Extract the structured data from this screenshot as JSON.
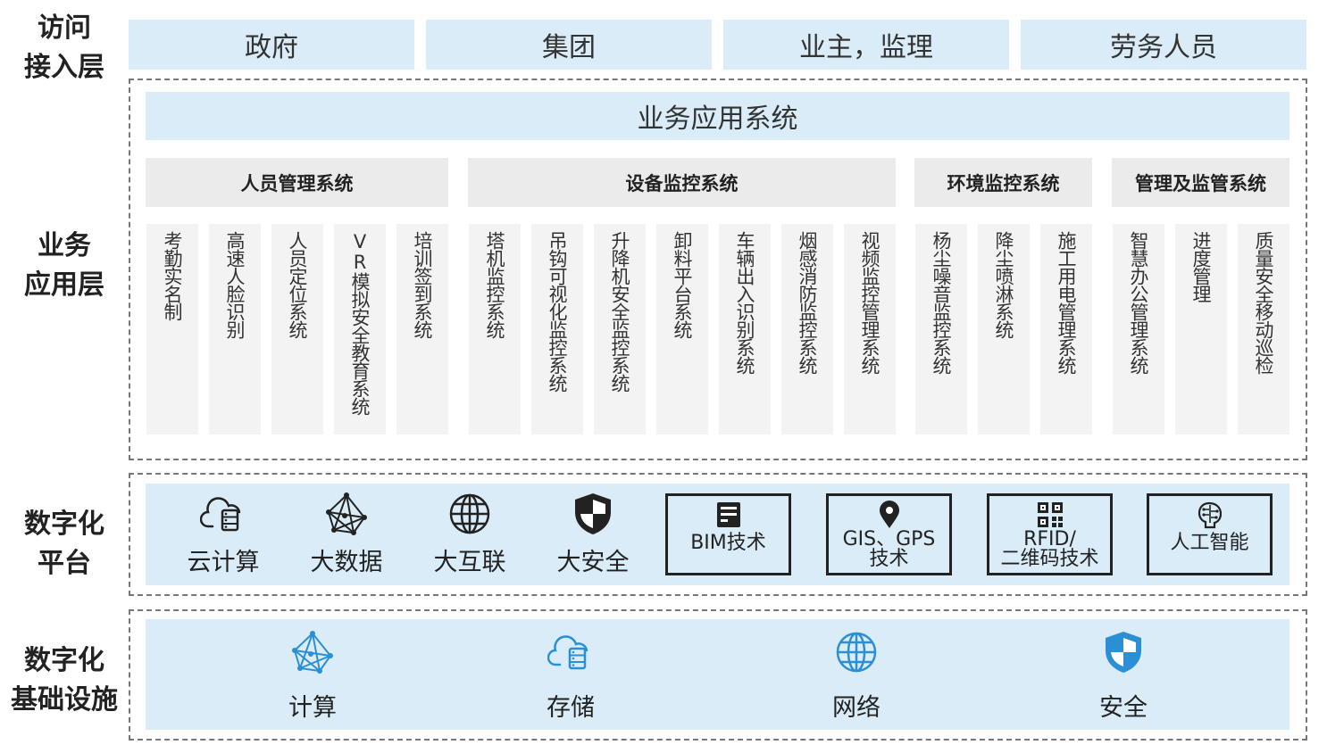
{
  "layers": {
    "access": [
      "访问",
      "接入层"
    ],
    "business": [
      "业务",
      "应用层"
    ],
    "platform": [
      "数字化",
      "平台"
    ],
    "infra": [
      "数字化",
      "基础设施"
    ]
  },
  "access_items": [
    "政府",
    "集团",
    "业主，监理",
    "劳务人员"
  ],
  "business": {
    "banner": "业务应用系统",
    "groups": [
      "人员管理系统",
      "设备监控系统",
      "环境监控系统",
      "管理及监管系统"
    ],
    "systems": [
      "考勤实名制",
      "高速人脸识别",
      "人员定位系统",
      "VR模拟安全教育系统",
      "培训签到系统",
      "塔机监控系统",
      "吊钩可视化监控系统",
      "升降机安全监控系统",
      "卸料平台系统",
      "车辆出入识别系统",
      "烟感消防监控系统",
      "视频监控管理系统",
      "杨尘噪音监控系统",
      "降尘喷淋系统",
      "施工用电管理系统",
      "智慧办公管理系统",
      "进度管理",
      "质量安全移动巡检"
    ]
  },
  "platform": {
    "items": [
      {
        "label": "云计算",
        "icon": "cloud-server-icon"
      },
      {
        "label": "大数据",
        "icon": "network-graph-icon"
      },
      {
        "label": "大互联",
        "icon": "globe-icon"
      },
      {
        "label": "大安全",
        "icon": "shield-icon"
      }
    ],
    "tech": [
      {
        "line1": "BIM技术",
        "line2": "",
        "icon": "bim-icon"
      },
      {
        "line1": "GIS、GPS",
        "line2": "技术",
        "icon": "location-pin-icon"
      },
      {
        "line1": "RFID/",
        "line2": "二维码技术",
        "icon": "qr-code-icon"
      },
      {
        "line1": "人工智能",
        "line2": "",
        "icon": "brain-icon"
      }
    ]
  },
  "infra": {
    "items": [
      {
        "label": "计算",
        "icon": "network-graph-icon"
      },
      {
        "label": "存储",
        "icon": "cloud-server-icon"
      },
      {
        "label": "网络",
        "icon": "globe-icon"
      },
      {
        "label": "安全",
        "icon": "shield-icon"
      }
    ]
  },
  "colors": {
    "light_blue": "#d9ecf7",
    "header_gray": "#ebebeb",
    "column_gray": "#f3f3f3",
    "icon_blue": "#2a8fd4",
    "icon_dark": "#222222"
  }
}
